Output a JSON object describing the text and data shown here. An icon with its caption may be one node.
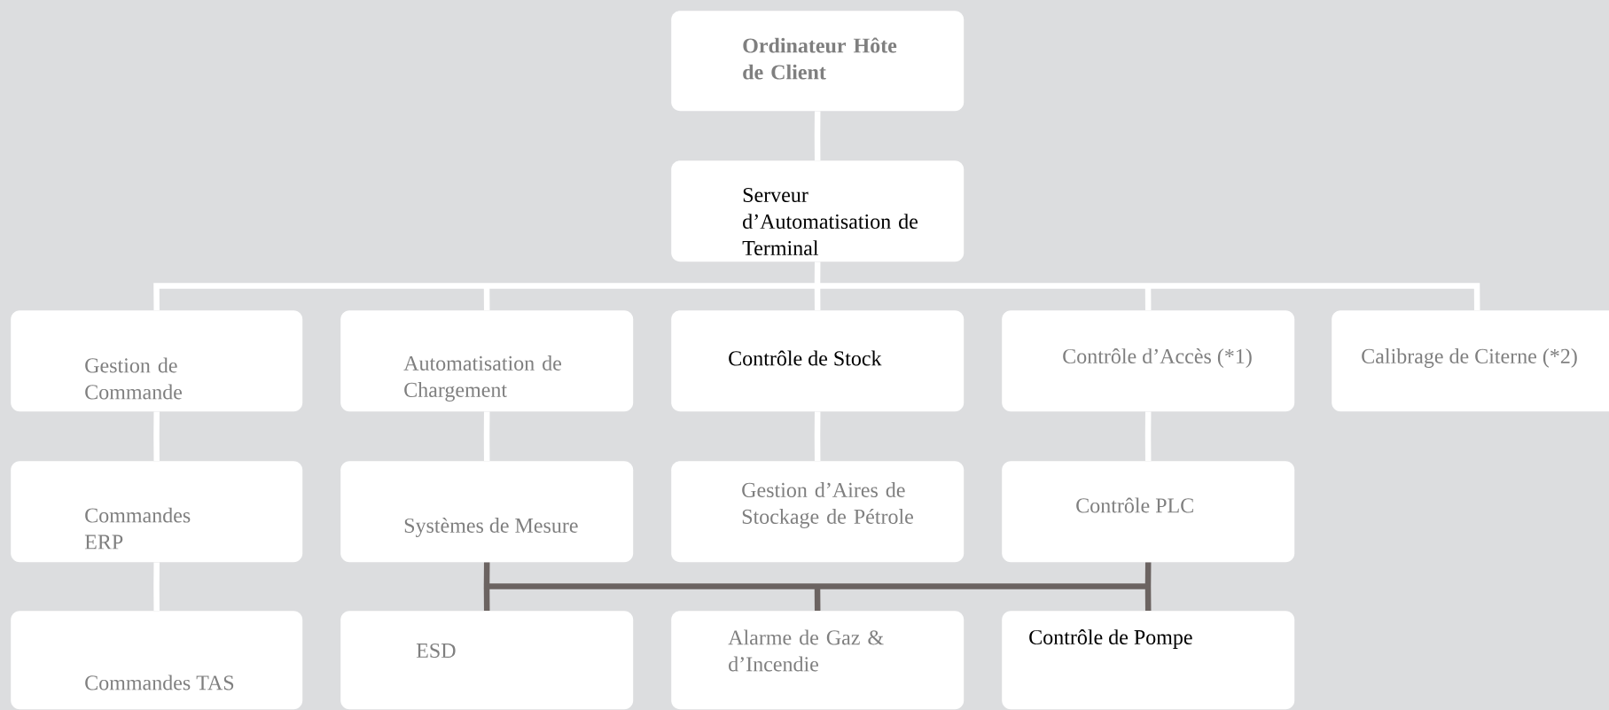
{
  "diagram": {
    "nodes": [
      {
        "text": [
          "Ordinateur Hôte de Client"
        ]
      },
      {
        "text": [
          "Serveur d’Automatisation de Terminal"
        ]
      },
      {
        "text": [
          "Gestion de Commande"
        ]
      },
      {
        "text": [
          "Automatisation de Chargement"
        ]
      },
      {
        "text": [
          "Contrôle de Stock"
        ]
      },
      {
        "text": [
          "Contrôle d’Accès (*1)"
        ]
      },
      {
        "text": [
          "Calibrage de Citerne (*2)"
        ]
      },
      {
        "text": [
          "Commandes ERP"
        ]
      },
      {
        "text": [
          "Systèmes de Mesure"
        ]
      },
      {
        "text": [
          "Gestion d’Aires de Stockage de Pétrole"
        ]
      },
      {
        "text": [
          "Contrôle PLC"
        ]
      },
      {
        "text": [
          "Commandes TAS"
        ]
      },
      {
        "text": [
          "ESD"
        ]
      },
      {
        "text": [
          "Alarme de Gaz & d’Incendie"
        ]
      },
      {
        "text": [
          "Contrôle de Pompe"
        ]
      }
    ],
    "edges": [
      {
        "from": 0,
        "to": 1,
        "arrow": "none"
      },
      {
        "from": 1,
        "to": 2,
        "arrow": "none"
      },
      {
        "from": 1,
        "to": 3,
        "arrow": "none"
      },
      {
        "from": 1,
        "to": 4,
        "arrow": "none"
      },
      {
        "from": 1,
        "to": 5,
        "arrow": "none"
      },
      {
        "from": 1,
        "to": 6,
        "arrow": "none"
      },
      {
        "from": 2,
        "to": 7,
        "arrow": "none"
      },
      {
        "from": 7,
        "to": 11,
        "arrow": "none"
      },
      {
        "from": 3,
        "to": 8,
        "arrow": "none"
      },
      {
        "from": 4,
        "to": 9,
        "arrow": "none"
      },
      {
        "from": 5,
        "to": 10,
        "arrow": "none"
      },
      {
        "from": 8,
        "to": 12,
        "arrow": "none",
        "color": "#6b6361"
      },
      {
        "from": 8,
        "to": 13,
        "arrow": "none",
        "color": "#6b6361"
      },
      {
        "from": 8,
        "to": 14,
        "arrow": "none",
        "color": "#6b6361"
      },
      {
        "from": 10,
        "to": 12,
        "arrow": "none",
        "color": "#6b6361"
      },
      {
        "from": 10,
        "to": 13,
        "arrow": "none",
        "color": "#6b6361"
      },
      {
        "from": 10,
        "to": 14,
        "arrow": "none",
        "color": "#6b6361"
      }
    ]
  }
}
